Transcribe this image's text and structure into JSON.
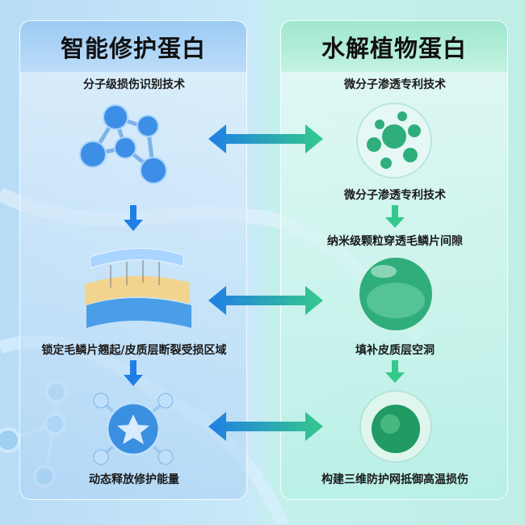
{
  "left": {
    "title": "智能修护蛋白",
    "items": [
      "分子级损伤识别技术",
      "锁定毛鳞片翘起/皮质层断裂受损区域",
      "动态释放修护能量"
    ]
  },
  "right": {
    "title": "水解植物蛋白",
    "items": [
      "微分子渗透专利技术",
      "微分子渗透专利技术",
      "纳米级颗粒穿透毛鳞片间隙",
      "填补皮质层空洞",
      "构建三维防护网抵御高温损伤"
    ]
  },
  "colors": {
    "blue": "#1f7fe6",
    "green": "#34c98a"
  }
}
